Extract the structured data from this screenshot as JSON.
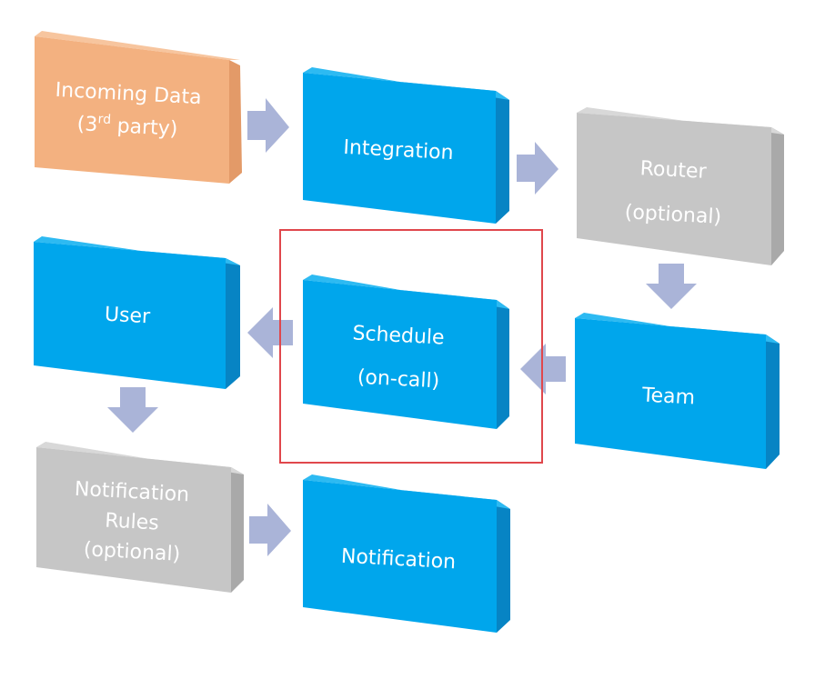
{
  "colors": {
    "blue": "#00a6ec",
    "blue_shade": "#0784c4",
    "blue_top": "#2dbaf2",
    "orange": "#f3b180",
    "orange_shade": "#e39a68",
    "orange_top": "#f7c59e",
    "gray": "#c6c6c6",
    "gray_shade": "#a9a9a9",
    "gray_top": "#d8d8d8",
    "arrow": "#aab4d8",
    "highlight": "#e0474c"
  },
  "nodes": {
    "incoming": {
      "line1": "Incoming Data",
      "line2_base": "(3",
      "line2_sup": "rd",
      "line2_tail": " party)"
    },
    "integration": {
      "line1": "Integration"
    },
    "router": {
      "line1": "Router",
      "line2": "(optional)"
    },
    "team": {
      "line1": "Team"
    },
    "schedule": {
      "line1": "Schedule",
      "line2": "(on-call)"
    },
    "user": {
      "line1": "User"
    },
    "rules": {
      "line1": "Notification",
      "line2": "Rules",
      "line3": "(optional)"
    },
    "notification": {
      "line1": "Notification"
    }
  }
}
